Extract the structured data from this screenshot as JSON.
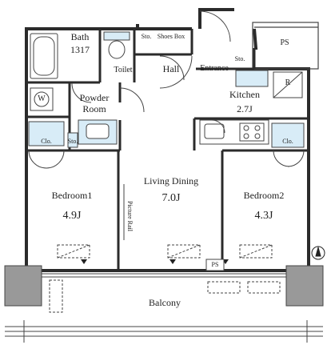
{
  "rooms": {
    "bath": "Bath",
    "bath_size": "1317",
    "toilet": "Toilet",
    "sto_1": "Sto.",
    "shoes_box": "Shoes Box",
    "hall": "Hall",
    "entrance": "Entrance",
    "sto_2": "Sto.",
    "ps_top": "PS",
    "washer": "W",
    "powder_room_1": "Powder",
    "powder_room_2": "Room",
    "kitchen": "Kitchen",
    "kitchen_size": "2.7J",
    "refrigerator": "R",
    "clo_left": "Clo.",
    "sto_3": "Sto.",
    "clo_right": "Clo.",
    "living_dining": "Living Dining",
    "living_dining_size": "7.0J",
    "bedroom1": "Bedroom1",
    "bedroom1_size": "4.9J",
    "bedroom2": "Bedroom2",
    "bedroom2_size": "4.3J",
    "picture_rail": "Picture Rail",
    "ps_bottom": "PS",
    "balcony": "Balcony"
  },
  "colors": {
    "wall": "#2b2b2b",
    "fixture_blue": "#d8ecf7",
    "line": "#444444"
  }
}
